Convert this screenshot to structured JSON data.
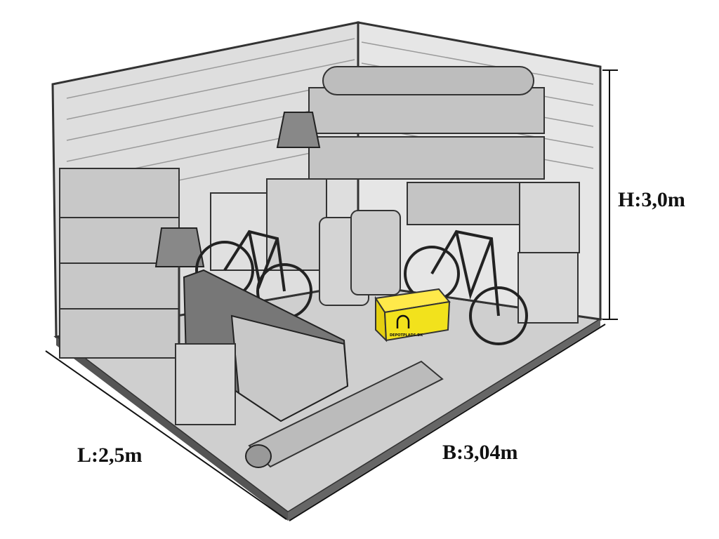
{
  "dimensions": {
    "height": "H:3,0m",
    "length": "L:2,5m",
    "width": "B:3,04m"
  },
  "box_logo_text": "DEPOTPLADS.DK",
  "colors": {
    "box": "#f2e21c",
    "wall": "#d9d9d9",
    "floor": "#cfcfcf",
    "frame": "#4a4a4a"
  }
}
